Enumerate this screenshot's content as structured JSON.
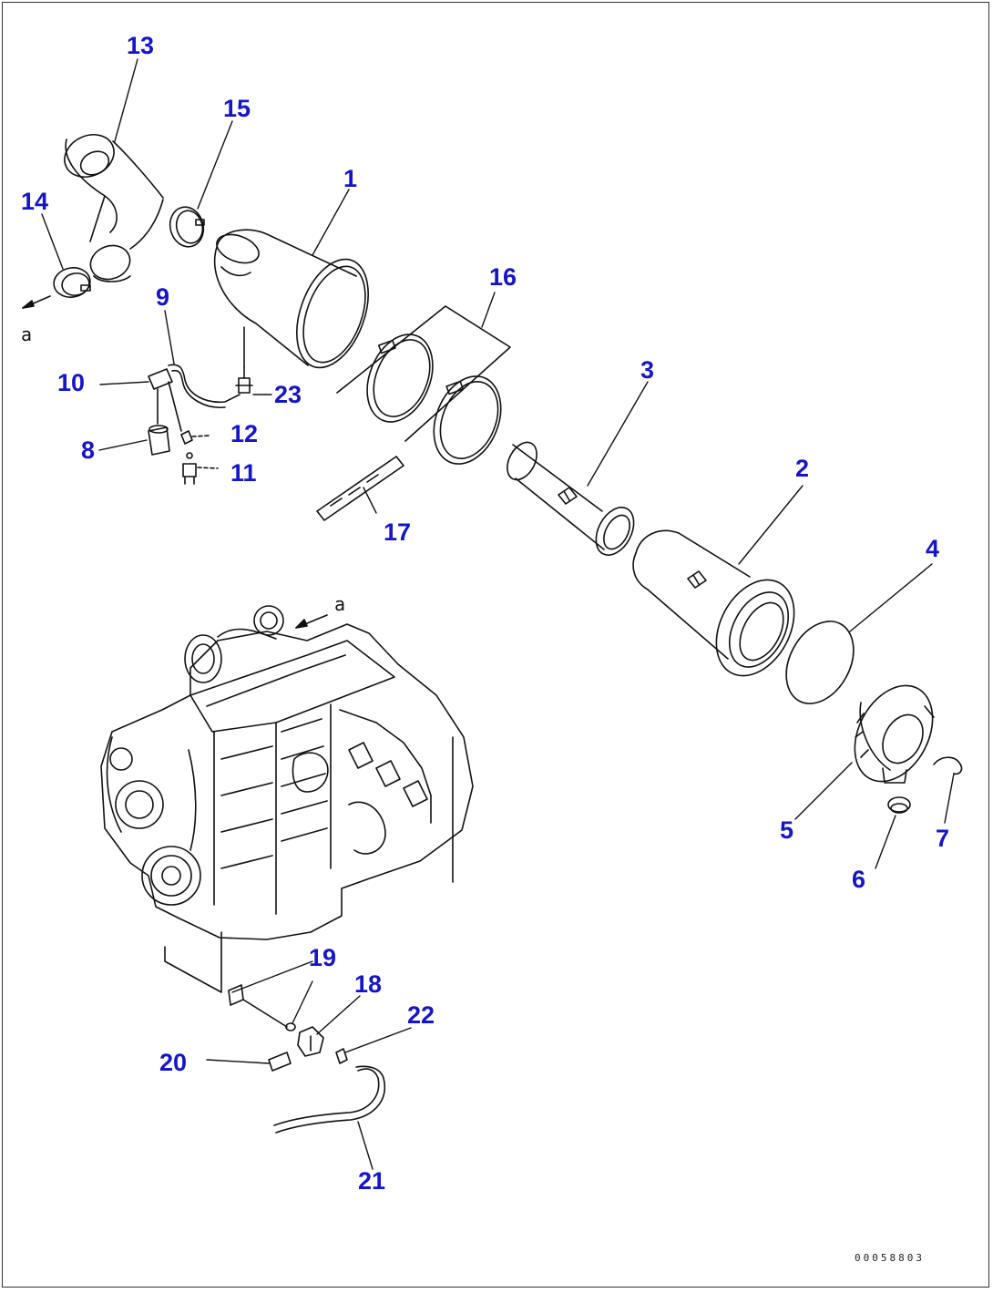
{
  "diagram": {
    "callouts": {
      "p1": "1",
      "p2": "2",
      "p3": "3",
      "p4": "4",
      "p5": "5",
      "p6": "6",
      "p7": "7",
      "p8": "8",
      "p9": "9",
      "p10": "10",
      "p11": "11",
      "p12": "12",
      "p13": "13",
      "p14": "14",
      "p15": "15",
      "p16": "16",
      "p17": "17",
      "p18": "18",
      "p19": "19",
      "p20": "20",
      "p21": "21",
      "p22": "22",
      "p23": "23"
    },
    "ref_marker": "a",
    "drawing_code": "00058803",
    "colors": {
      "callout": "#1515cc",
      "line": "#111111"
    }
  }
}
